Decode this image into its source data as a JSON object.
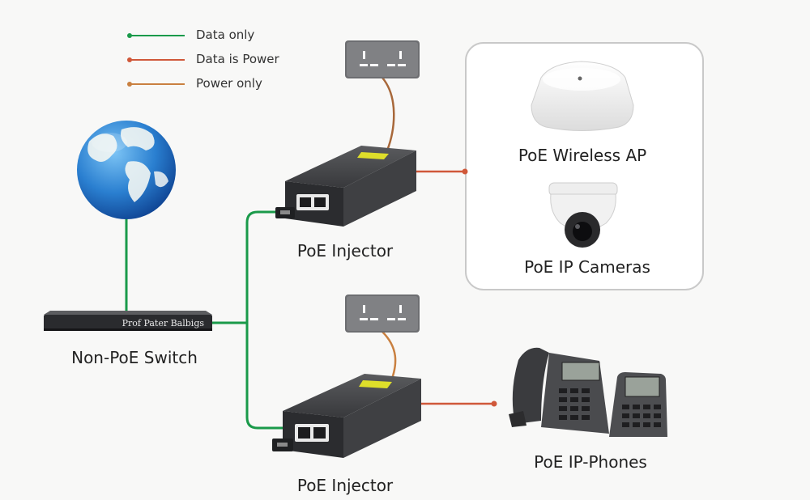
{
  "legend": [
    {
      "label": "Data only",
      "color": "#1a9a4a"
    },
    {
      "label": "Data is Power",
      "color": "#d0583a"
    },
    {
      "label": "Power only",
      "color": "#c98040"
    }
  ],
  "switch": {
    "label": "Non-PoE Switch",
    "faceplate_text": "Prof Pater Balbigs"
  },
  "injector_top": {
    "label": "PoE Injector"
  },
  "injector_bottom": {
    "label": "PoE Injector"
  },
  "devices": {
    "wireless_ap": "PoE Wireless AP",
    "ip_cameras": "PoE IP Cameras",
    "ip_phones": "PoE IP-Phones"
  },
  "colors": {
    "data_only": "#1a9a4a",
    "data_power": "#d0583a",
    "power_only": "#b8733a"
  }
}
